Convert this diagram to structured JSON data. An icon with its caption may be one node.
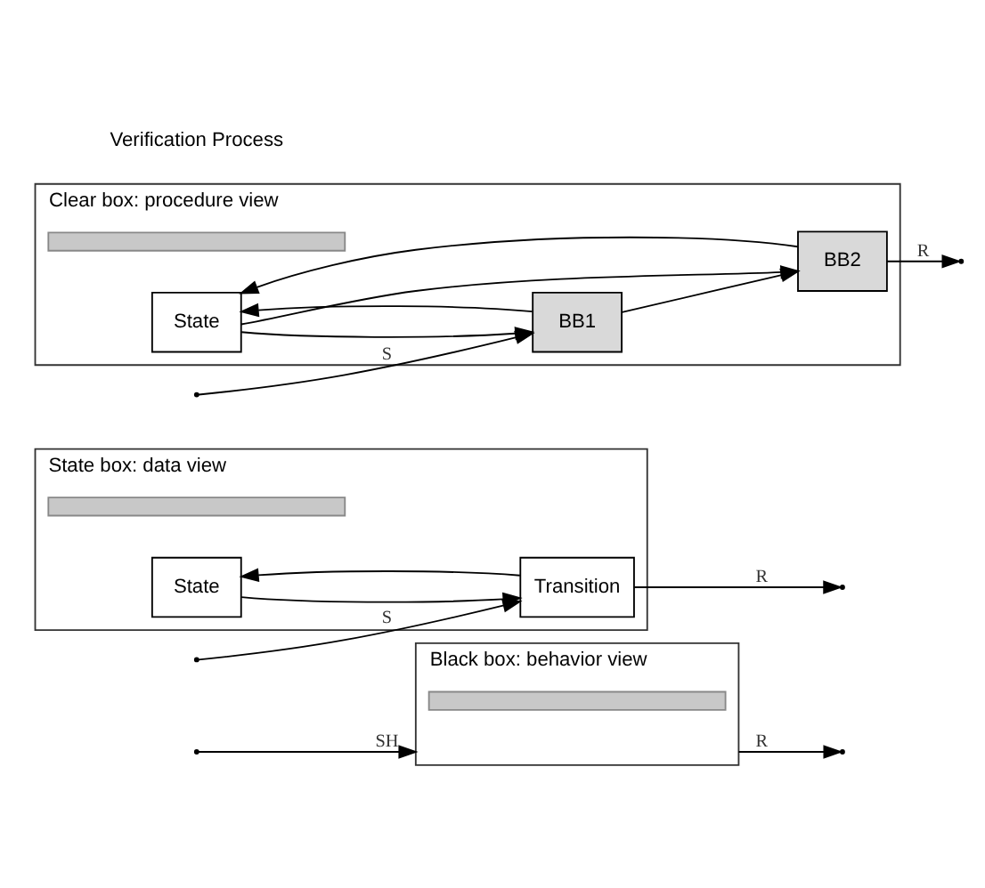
{
  "diagram": {
    "nodes": [
      {
        "text": [
          "Black box: behavior view"
        ]
      },
      {
        "text": [
          "State box: data view"
        ]
      },
      {
        "text": [
          "State"
        ],
        "in": 1
      },
      {
        "text": [
          "Transition"
        ],
        "in": 1
      },
      {
        "text": [
          "Clear box: procedure view"
        ]
      },
      {
        "text": [
          "State"
        ],
        "in": 4
      },
      {
        "text": [
          "BB1"
        ],
        "in": 4
      },
      {
        "text": [
          "BB2"
        ],
        "in": 4
      }
    ],
    "edges": [
      {
        "from": null,
        "to": 0,
        "arrow": "to",
        "label": "SH"
      },
      {
        "from": 0,
        "to": null,
        "arrow": "to",
        "label": "R"
      },
      {
        "from": null,
        "to": 3,
        "arrow": "to",
        "label": "S"
      },
      {
        "from": 2,
        "to": 3,
        "arrow": "to"
      },
      {
        "from": 3,
        "to": 2,
        "arrow": "to"
      },
      {
        "from": 3,
        "to": null,
        "arrow": "to",
        "label": "R"
      },
      {
        "from": null,
        "to": 6,
        "arrow": "to",
        "label": "S"
      },
      {
        "from": 5,
        "to": 6,
        "arrow": "to"
      },
      {
        "from": 6,
        "to": 5,
        "arrow": "to"
      },
      {
        "from": 6,
        "to": 7,
        "arrow": "to"
      },
      {
        "from": 5,
        "to": 7,
        "arrow": "to"
      },
      {
        "from": 7,
        "to": 5,
        "arrow": "to"
      },
      {
        "from": 7,
        "to": null,
        "arrow": "to",
        "label": "R"
      }
    ],
    "labels": [
      "Verification Process"
    ]
  }
}
